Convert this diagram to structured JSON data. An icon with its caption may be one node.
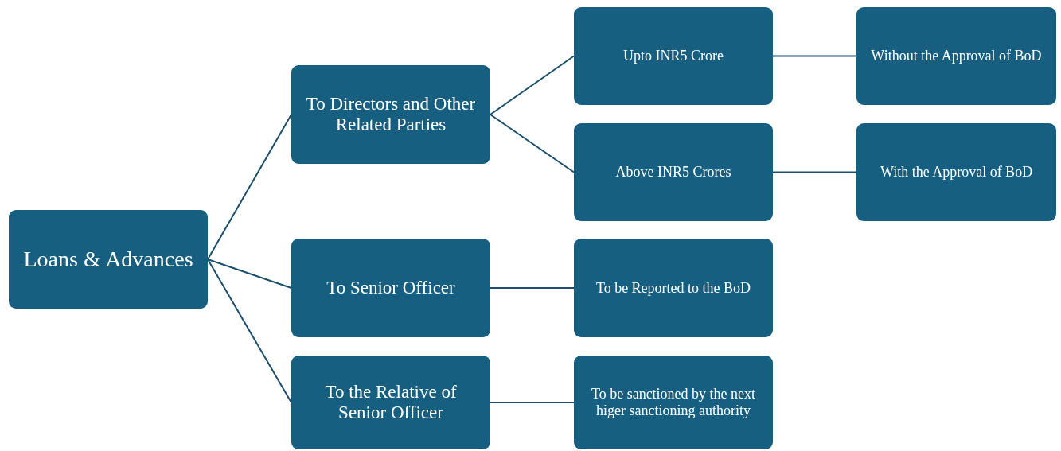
{
  "diagram": {
    "nodes": [
      {
        "text": [
          "Loans & Advances"
        ]
      },
      {
        "text": [
          "To Directors and Other Related Parties"
        ]
      },
      {
        "text": [
          "Upto INR5 Crore"
        ]
      },
      {
        "text": [
          "Without the Approval of BoD"
        ]
      },
      {
        "text": [
          "Above INR5 Crores"
        ]
      },
      {
        "text": [
          "With the Approval of BoD"
        ]
      },
      {
        "text": [
          "To Senior Officer"
        ]
      },
      {
        "text": [
          "To be Reported to the BoD"
        ]
      },
      {
        "text": [
          "To the Relative of Senior Officer"
        ]
      },
      {
        "text": [
          "To be sanctioned by the next higer sanctioning authority"
        ]
      }
    ],
    "edges": [
      {
        "from": 0,
        "to": 1,
        "arrow": "none"
      },
      {
        "from": 0,
        "to": 6,
        "arrow": "none"
      },
      {
        "from": 0,
        "to": 8,
        "arrow": "none"
      },
      {
        "from": 1,
        "to": 2,
        "arrow": "none"
      },
      {
        "from": 1,
        "to": 4,
        "arrow": "none"
      },
      {
        "from": 2,
        "to": 3,
        "arrow": "none"
      },
      {
        "from": 4,
        "to": 5,
        "arrow": "none"
      },
      {
        "from": 6,
        "to": 7,
        "arrow": "none"
      },
      {
        "from": 8,
        "to": 9,
        "arrow": "none"
      }
    ]
  }
}
